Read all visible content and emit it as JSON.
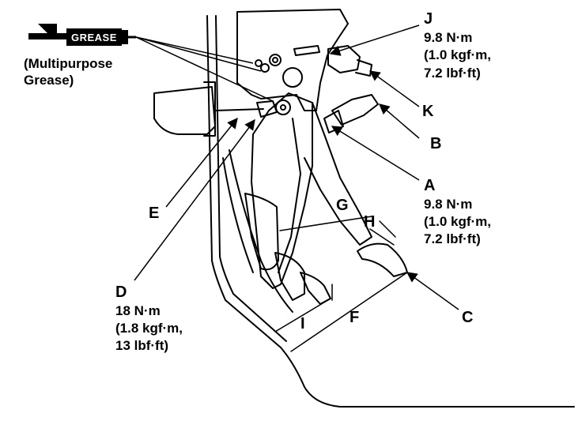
{
  "grease": {
    "tag": "GREASE",
    "note_line1": "(Multipurpose",
    "note_line2": "Grease)"
  },
  "callouts": {
    "J": {
      "letter": "J",
      "torque_nm": "9.8 N·m",
      "torque_kgf": "(1.0 kgf·m,",
      "torque_lbf": "7.2 lbf·ft)"
    },
    "K": {
      "letter": "K"
    },
    "B": {
      "letter": "B"
    },
    "A": {
      "letter": "A",
      "torque_nm": "9.8 N·m",
      "torque_kgf": "(1.0 kgf·m,",
      "torque_lbf": "7.2 lbf·ft)"
    },
    "E": {
      "letter": "E"
    },
    "D": {
      "letter": "D",
      "torque_nm": "18 N·m",
      "torque_kgf": "(1.8 kgf·m,",
      "torque_lbf": "13 lbf·ft)"
    },
    "C": {
      "letter": "C"
    }
  },
  "dimensions": {
    "G": "G",
    "H": "H",
    "I": "I",
    "F": "F"
  },
  "colors": {
    "ink": "#000000",
    "paper": "#ffffff"
  }
}
